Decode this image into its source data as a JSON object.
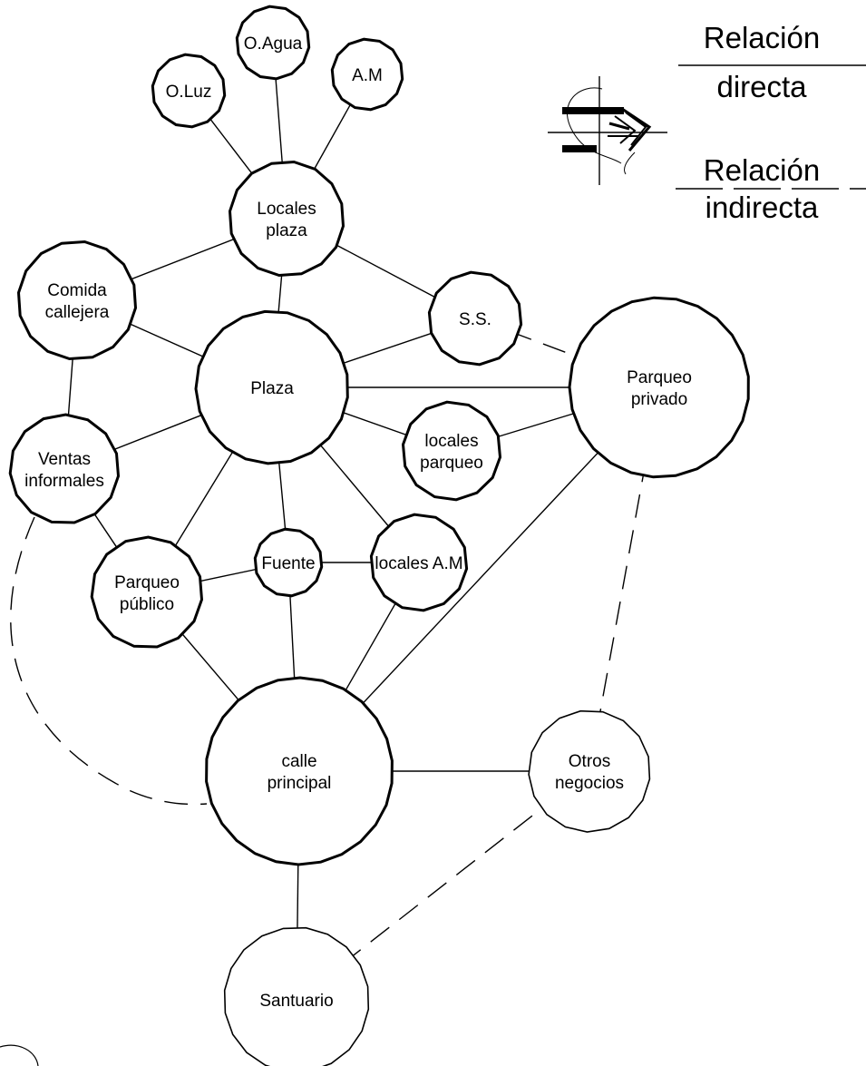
{
  "legend": {
    "direct_line1": "Relación",
    "direct_line2": "directa",
    "indirect_line1": "Relación",
    "indirect_line2": "indirecta"
  },
  "nodes": {
    "o-agua": {
      "lines": [
        "O.Agua"
      ]
    },
    "a-m": {
      "lines": [
        "A.M"
      ]
    },
    "o-luz": {
      "lines": [
        "O.Luz"
      ]
    },
    "locales-plaza": {
      "lines": [
        "Locales",
        "plaza"
      ]
    },
    "comida-callejera": {
      "lines": [
        "Comida",
        "callejera"
      ]
    },
    "s-s": {
      "lines": [
        "S.S."
      ]
    },
    "plaza": {
      "lines": [
        "Plaza"
      ]
    },
    "parqueo-privado": {
      "lines": [
        "Parqueo",
        "privado"
      ]
    },
    "locales-parqueo": {
      "lines": [
        "locales",
        "parqueo"
      ]
    },
    "ventas-informales": {
      "lines": [
        "Ventas",
        "informales"
      ]
    },
    "fuente": {
      "lines": [
        "Fuente"
      ]
    },
    "locales-a-m": {
      "lines": [
        "locales A.M"
      ]
    },
    "parqueo-publico": {
      "lines": [
        "Parqueo",
        "público"
      ]
    },
    "calle-principal": {
      "lines": [
        "calle",
        "principal"
      ]
    },
    "otros-negocios": {
      "lines": [
        "Otros",
        "negocios"
      ]
    },
    "santuario": {
      "lines": [
        "Santuario"
      ]
    }
  },
  "edges": [
    {
      "from": "o-agua",
      "to": "locales-plaza",
      "type": "direct"
    },
    {
      "from": "a-m",
      "to": "locales-plaza",
      "type": "direct"
    },
    {
      "from": "o-luz",
      "to": "locales-plaza",
      "type": "direct"
    },
    {
      "from": "locales-plaza",
      "to": "comida-callejera",
      "type": "direct"
    },
    {
      "from": "locales-plaza",
      "to": "plaza",
      "type": "direct"
    },
    {
      "from": "locales-plaza",
      "to": "s-s",
      "type": "direct"
    },
    {
      "from": "comida-callejera",
      "to": "plaza",
      "type": "direct"
    },
    {
      "from": "comida-callejera",
      "to": "ventas-informales",
      "type": "direct"
    },
    {
      "from": "s-s",
      "to": "plaza",
      "type": "direct"
    },
    {
      "from": "s-s",
      "to": "parqueo-privado",
      "type": "indirect"
    },
    {
      "from": "plaza",
      "to": "parqueo-privado",
      "type": "direct"
    },
    {
      "from": "plaza",
      "to": "locales-parqueo",
      "type": "direct"
    },
    {
      "from": "plaza",
      "to": "ventas-informales",
      "type": "direct"
    },
    {
      "from": "plaza",
      "to": "parqueo-publico",
      "type": "direct"
    },
    {
      "from": "plaza",
      "to": "fuente",
      "type": "direct"
    },
    {
      "from": "plaza",
      "to": "locales-a-m",
      "type": "direct"
    },
    {
      "from": "locales-parqueo",
      "to": "parqueo-privado",
      "type": "direct"
    },
    {
      "from": "ventas-informales",
      "to": "parqueo-publico",
      "type": "direct"
    },
    {
      "from": "parqueo-publico",
      "to": "fuente",
      "type": "direct"
    },
    {
      "from": "fuente",
      "to": "locales-a-m",
      "type": "direct"
    },
    {
      "from": "fuente",
      "to": "calle-principal",
      "type": "direct"
    },
    {
      "from": "parqueo-publico",
      "to": "calle-principal",
      "type": "direct"
    },
    {
      "from": "locales-a-m",
      "to": "calle-principal",
      "type": "direct"
    },
    {
      "from": "parqueo-privado",
      "to": "calle-principal",
      "type": "direct"
    },
    {
      "from": "parqueo-privado",
      "to": "otros-negocios",
      "type": "indirect"
    },
    {
      "from": "calle-principal",
      "to": "otros-negocios",
      "type": "direct"
    },
    {
      "from": "calle-principal",
      "to": "santuario",
      "type": "direct"
    },
    {
      "from": "otros-negocios",
      "to": "santuario",
      "type": "indirect"
    },
    {
      "from": "ventas-informales",
      "to": "calle-principal",
      "type": "indirect"
    }
  ]
}
